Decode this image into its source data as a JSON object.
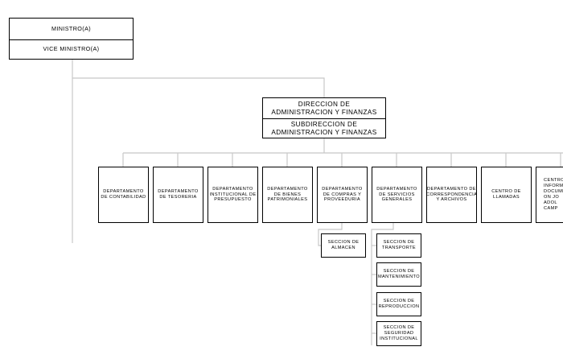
{
  "top": {
    "ministro": "MINISTRO(A)",
    "viceministro": "VICE MINISTRO(A)"
  },
  "direccion": {
    "title": "DIRECCION DE ADMINISTRACION Y FINANZAS",
    "subtitle": "SUBDIRECCION DE ADMINISTRACION Y FINANZAS"
  },
  "departamentos": [
    "DEPARTAMENTO DE CONTABILIDAD",
    "DEPARTAMENTO DE TESORERIA",
    "DEPARTAMENTO INSTITUCIONAL DE PRESUPUESTO",
    "DEPARTAMENTO DE BIENES PATRIMONIALES",
    "DEPARTAMENTO DE COMPRAS Y PROVEEDURIA",
    "DEPARTAMENTO DE SERVICIOS GENERALES",
    "DEPARTAMENTO DE CORRESPONDENCIA Y ARCHIVOS",
    "CENTRO DE LLAMADAS",
    "CENTRO INFORMA DOCUME ON JO ADOL CAMP"
  ],
  "secciones_compras": [
    "SECCION DE ALMACEN"
  ],
  "secciones_servicios": [
    "SECCION DE TRANSPORTE",
    "SECCION DE MANTENIMIENTO",
    "SECCION DE REPRODUCCION",
    "SECCION DE SEGURIDAD INSTITUCIONAL"
  ],
  "colors": {
    "box_border": "#000000",
    "connector": "#c8c8c8",
    "background": "#ffffff"
  }
}
